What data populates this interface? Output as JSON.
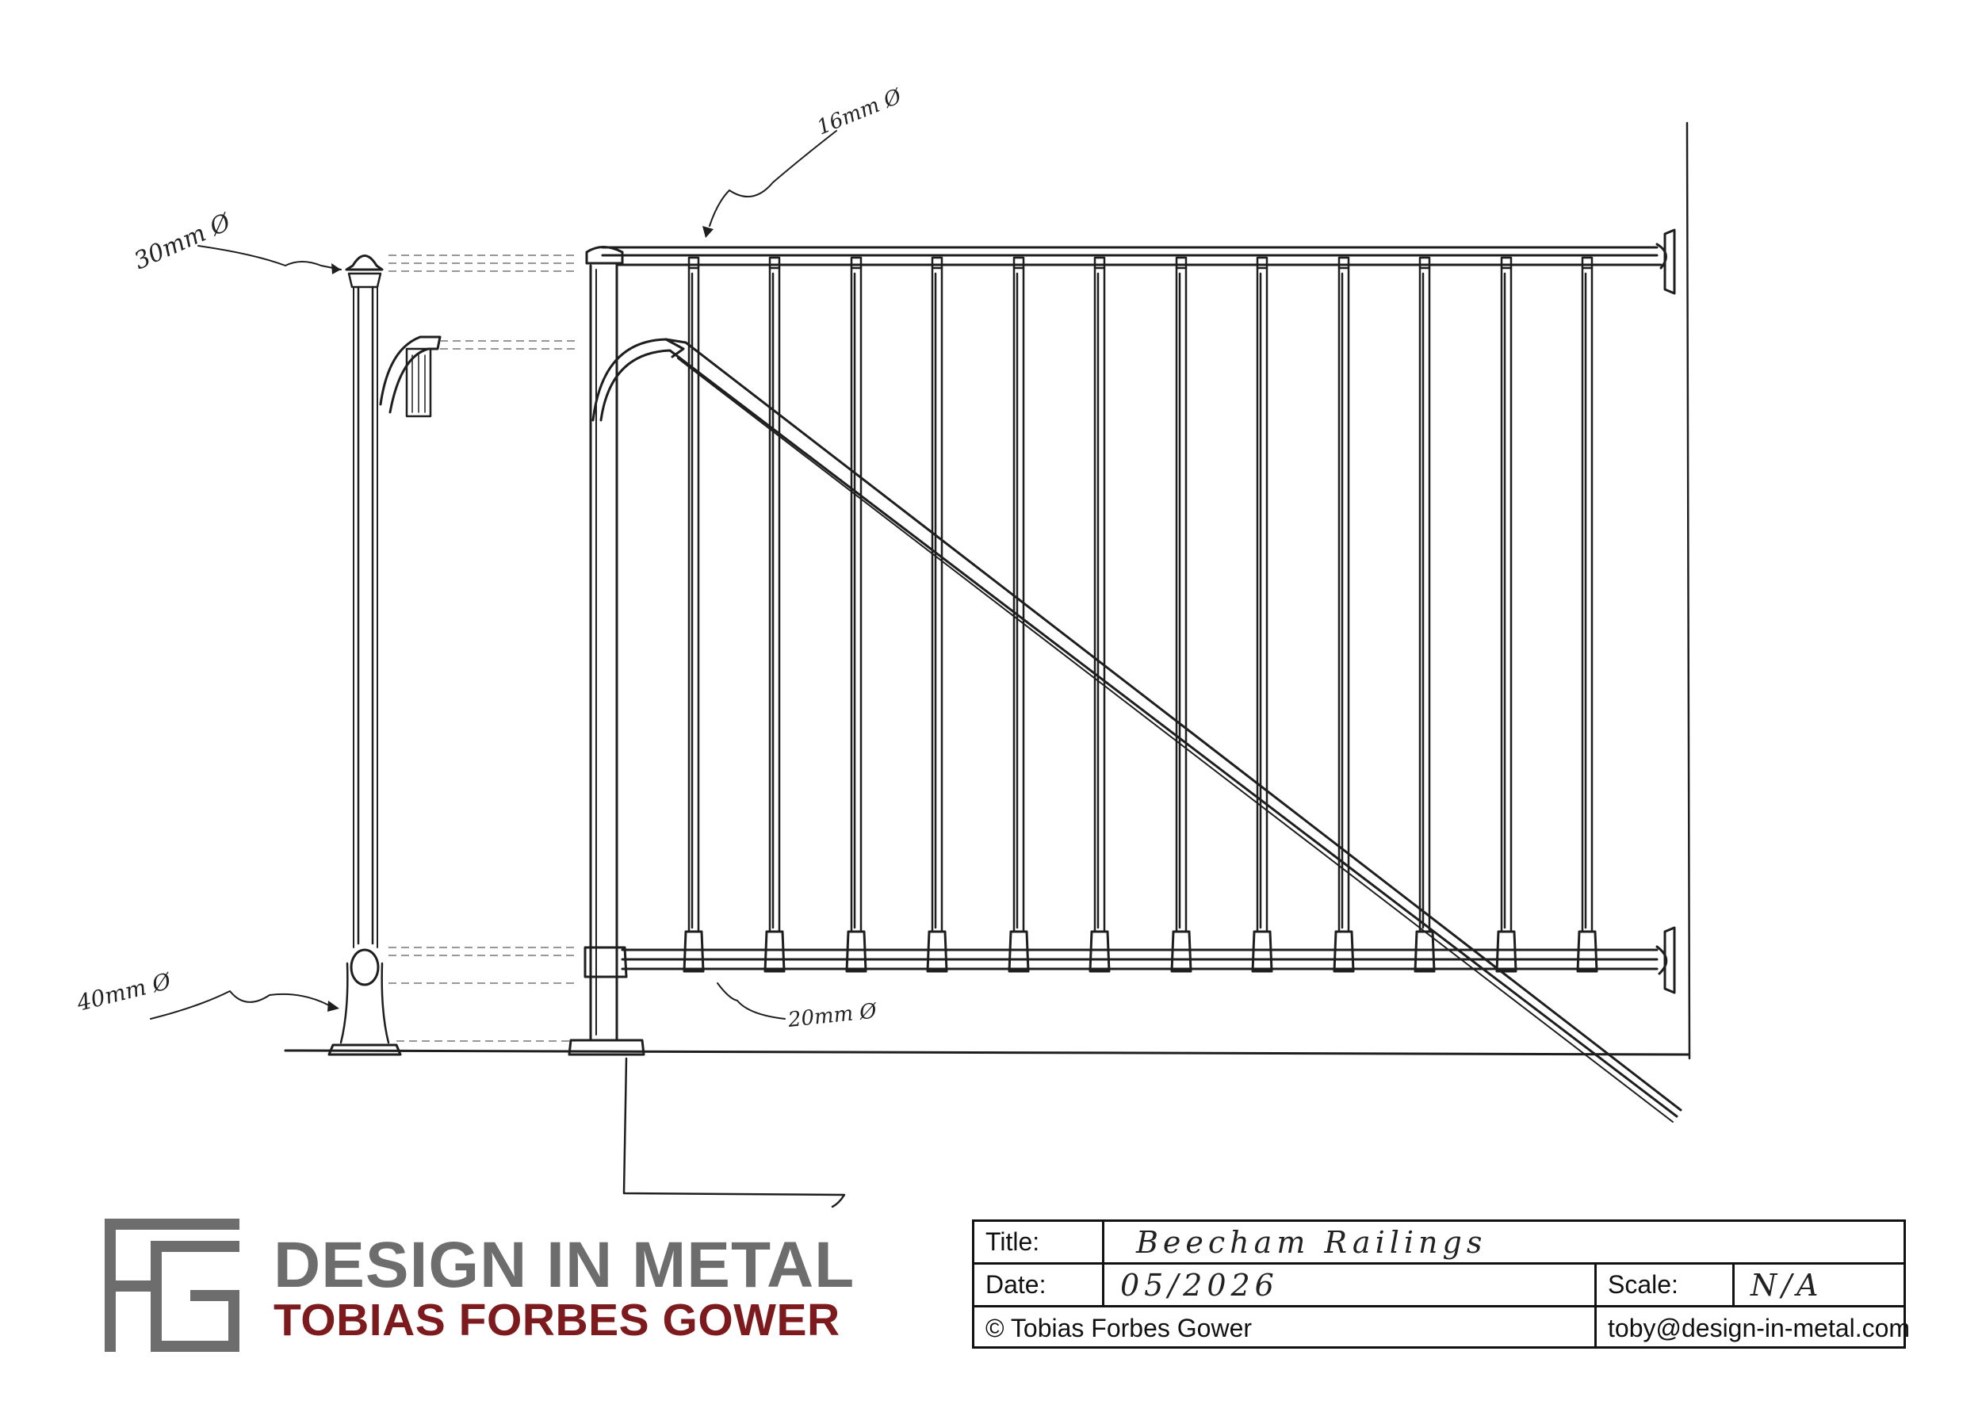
{
  "annotations": {
    "top_cap": "30mm Ø",
    "baluster_top": "16mm Ø",
    "base_knuckle": "40mm Ø",
    "bottom_rail": "20mm Ø"
  },
  "brand": {
    "main": "DESIGN IN METAL",
    "sub": "TOBIAS FORBES GOWER",
    "logo_icon": "ftg-monogram-icon",
    "colors": {
      "grey": "#6d6d6d",
      "red": "#7d1a1d"
    }
  },
  "title_block": {
    "title_label": "Title:",
    "title_value": "Beecham Railings",
    "date_label": "Date:",
    "date_value": "05/2026",
    "scale_label": "Scale:",
    "scale_value": "N/A",
    "copyright": "© Tobias Forbes Gower",
    "email": "toby@design-in-metal.com"
  }
}
